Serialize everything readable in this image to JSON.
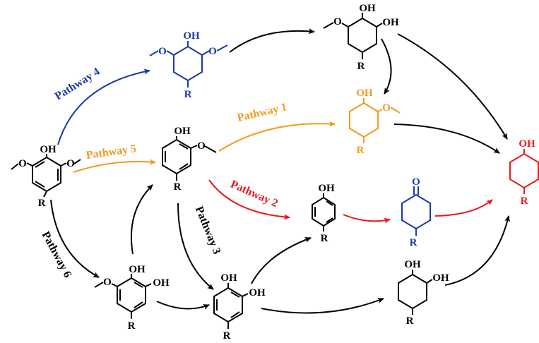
{
  "colors": {
    "black": "#000000",
    "blue": "#1a3aa8",
    "orange": "#f39a1e",
    "red": "#e8191e"
  },
  "pathways": {
    "p1": "Pathway 1",
    "p2": "Pathway 2",
    "p3": "Pathway 3",
    "p4": "Pathway 4",
    "p5": "Pathway 5",
    "p6": "Pathway 6"
  },
  "atoms": {
    "oh": "OH",
    "o": "O",
    "r": "R"
  }
}
